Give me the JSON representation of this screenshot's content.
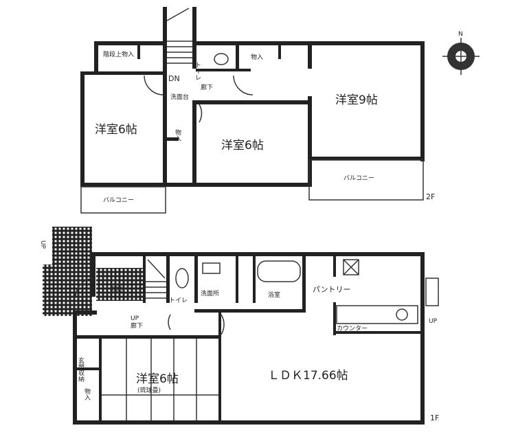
{
  "compass": {
    "north_label": "N"
  },
  "floor2": {
    "floor_label": "2F",
    "rooms": {
      "western_left": "洋室6帖",
      "western_middle": "洋室6帖",
      "western_right": "洋室9帖",
      "stair_storage": "階段上物入",
      "toilet": "トイレ",
      "storage_top": "物入",
      "storage_mid": "物入",
      "hallway": "廊下",
      "washstand": "洗面台",
      "down": "DN",
      "balcony_left": "バルコニー",
      "balcony_right": "バルコニー"
    }
  },
  "floor1": {
    "floor_label": "1F",
    "rooms": {
      "ldk": "ＬＤＫ17.66帖",
      "western": "洋室6帖",
      "western_note": "(琉球畳)",
      "entrance": "玄関",
      "toilet": "トイレ",
      "washroom": "洗面所",
      "bathroom": "浴室",
      "pantry": "パントリー",
      "counter": "カウンター",
      "hallway": "廊下",
      "up_stairs": "UP",
      "up_entrance": "UP",
      "up_back": "UP",
      "shoe_storage": "玄関収納",
      "storage": "物入"
    }
  }
}
